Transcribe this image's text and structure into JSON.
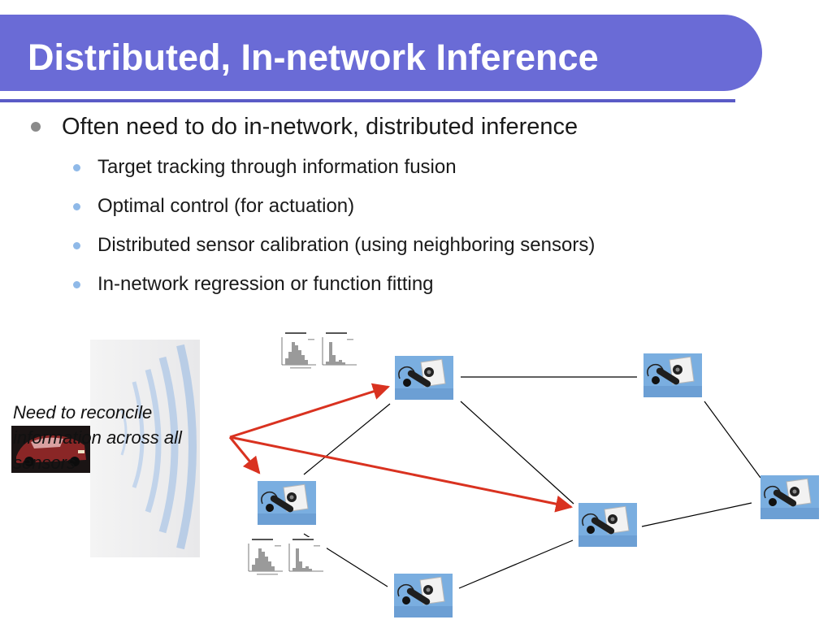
{
  "slide": {
    "title": "Distributed, In-network Inference",
    "bullets": [
      {
        "text": "Often need to do in-network, distributed inference",
        "subbullets": [
          "Target tracking through information fusion",
          "Optimal control (for actuation)",
          "Distributed sensor calibration (using neighboring sensors)",
          "In-network regression or function fitting"
        ]
      }
    ]
  },
  "diagram": {
    "note": "Need to reconcile information across all sensors",
    "sensor_icon": "sensor-mote-photo",
    "target_icon": "car-photo",
    "chart_icon": "histogram-thumbnail",
    "colors": {
      "title_bar": "#6a6bd6",
      "arrows": "#d93220",
      "links": "#000000",
      "sensor_bg": "#7aaee0",
      "wave": "#c9d9ee"
    }
  }
}
